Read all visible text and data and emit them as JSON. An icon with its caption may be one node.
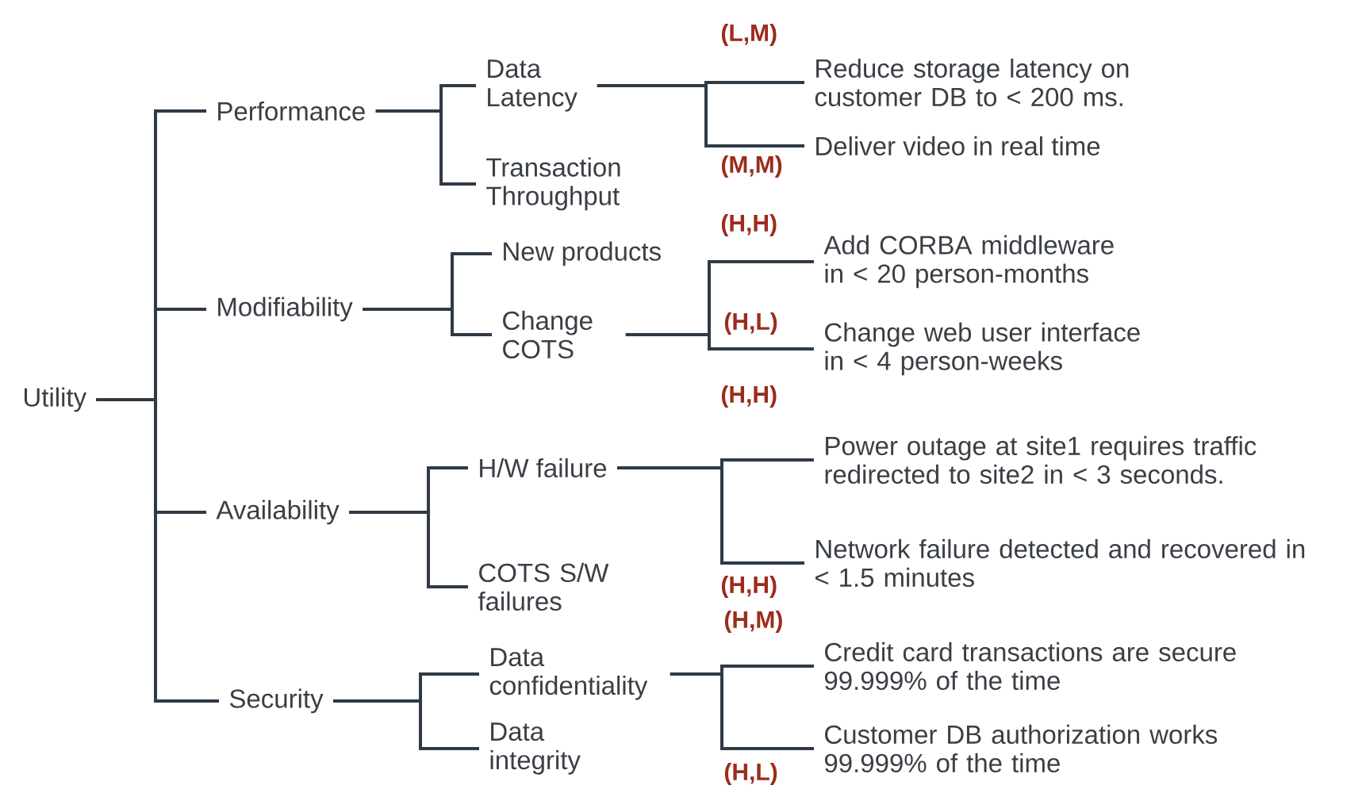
{
  "diagram": {
    "nodes": [
      {
        "text": [
          "Utility"
        ]
      },
      {
        "text": [
          "Performance"
        ]
      },
      {
        "text": [
          "Modifiability"
        ]
      },
      {
        "text": [
          "Availability"
        ]
      },
      {
        "text": [
          "Security"
        ]
      },
      {
        "text": [
          "Data Latency"
        ]
      },
      {
        "text": [
          "Transaction Throughput"
        ]
      },
      {
        "text": [
          "New products"
        ]
      },
      {
        "text": [
          "Change COTS"
        ]
      },
      {
        "text": [
          "H/W failure"
        ]
      },
      {
        "text": [
          "COTS S/W failures"
        ]
      },
      {
        "text": [
          "Data confidentiality"
        ]
      },
      {
        "text": [
          "Data integrity"
        ]
      },
      {
        "text": [
          "Reduce storage latency on customer DB to < 200 ms."
        ],
        "beside": [
          "(L,M)"
        ]
      },
      {
        "text": [
          "Deliver video in real time"
        ],
        "beside": [
          "(M,M)"
        ]
      },
      {
        "text": [
          "Add CORBA middleware in < 20 person-months"
        ],
        "beside": [
          "(H,H)"
        ]
      },
      {
        "text": [
          "Change web user interface in < 4 person-weeks"
        ],
        "beside": [
          "(H,L)"
        ]
      },
      {
        "text": [
          "Power outage at site1 requires traffic redirected to site2 in < 3 seconds."
        ],
        "beside": [
          "(H,H)"
        ]
      },
      {
        "text": [
          "Network failure detected and recovered in < 1.5 minutes"
        ],
        "beside": [
          "(H,H)"
        ]
      },
      {
        "text": [
          "Credit card transactions are secure 99.999% of the time"
        ],
        "beside": [
          "(H,M)"
        ]
      },
      {
        "text": [
          "Customer DB authorization works 99.999% of the time"
        ],
        "beside": [
          "(H,L)"
        ]
      }
    ],
    "edges": [
      {
        "from": 0,
        "to": 1,
        "arrow": "none"
      },
      {
        "from": 0,
        "to": 2,
        "arrow": "none"
      },
      {
        "from": 0,
        "to": 3,
        "arrow": "none"
      },
      {
        "from": 0,
        "to": 4,
        "arrow": "none"
      },
      {
        "from": 1,
        "to": 5,
        "arrow": "none"
      },
      {
        "from": 1,
        "to": 6,
        "arrow": "none"
      },
      {
        "from": 2,
        "to": 7,
        "arrow": "none"
      },
      {
        "from": 2,
        "to": 8,
        "arrow": "none"
      },
      {
        "from": 3,
        "to": 9,
        "arrow": "none"
      },
      {
        "from": 3,
        "to": 10,
        "arrow": "none"
      },
      {
        "from": 4,
        "to": 11,
        "arrow": "none"
      },
      {
        "from": 4,
        "to": 12,
        "arrow": "none"
      },
      {
        "from": 5,
        "to": 13,
        "arrow": "none"
      },
      {
        "from": 5,
        "to": 14,
        "arrow": "none"
      },
      {
        "from": 8,
        "to": 15,
        "arrow": "none"
      },
      {
        "from": 8,
        "to": 16,
        "arrow": "none"
      },
      {
        "from": 9,
        "to": 17,
        "arrow": "none"
      },
      {
        "from": 9,
        "to": 18,
        "arrow": "none"
      },
      {
        "from": 11,
        "to": 19,
        "arrow": "none"
      },
      {
        "from": 11,
        "to": 20,
        "arrow": "none"
      }
    ]
  }
}
